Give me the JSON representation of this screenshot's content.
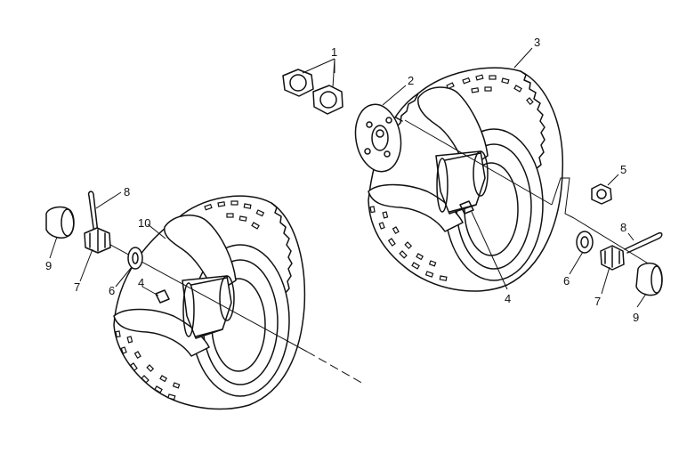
{
  "callouts": {
    "c1": "1",
    "c2": "2",
    "c3": "3",
    "c4_right": "4",
    "c5": "5",
    "c6_right": "6",
    "c7_right": "7",
    "c8_right": "8",
    "c9_right": "9",
    "c8_left": "8",
    "c9_left": "9",
    "c7_left": "7",
    "c6_left": "6",
    "c10": "10",
    "c4_left": "4"
  }
}
